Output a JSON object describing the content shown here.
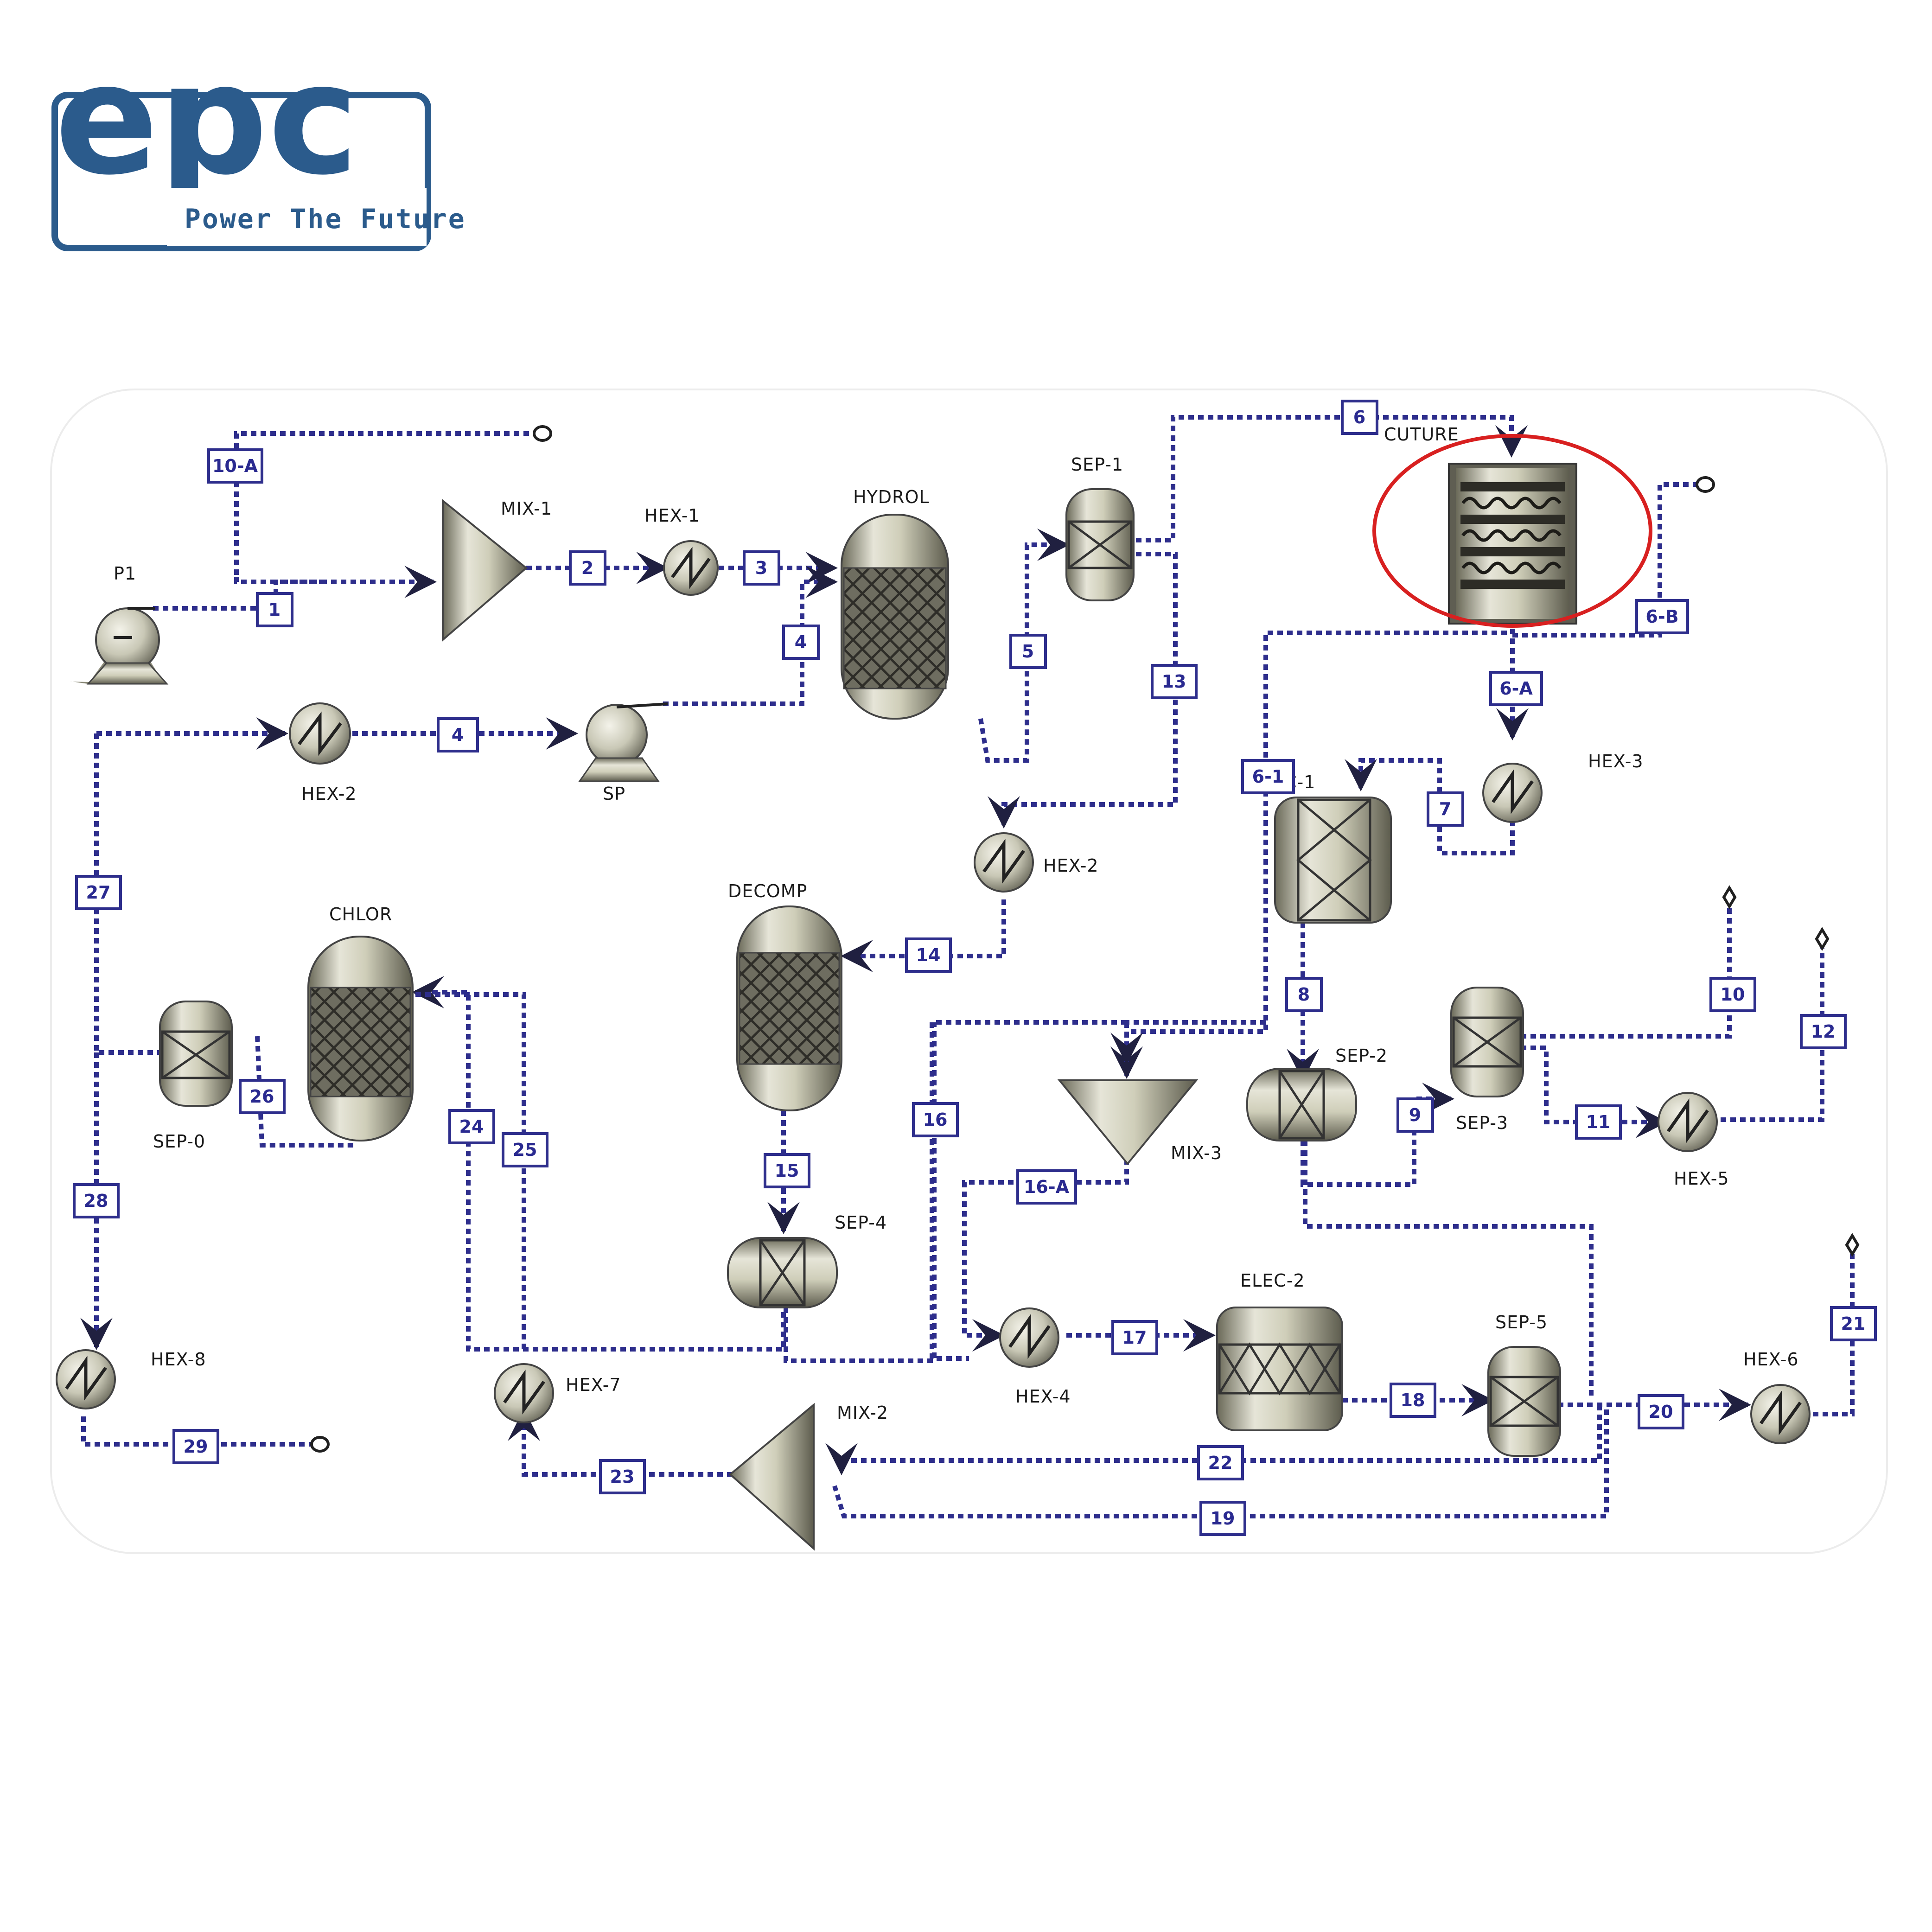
{
  "logo": {
    "text": "epc",
    "tagline": "Power The Future"
  },
  "colors": {
    "stream": "#2e2e8c",
    "equipment_fill": "#d9d8c9",
    "brand": "#2b5b8c",
    "highlight": "#d82020"
  },
  "units": {
    "P1": "P1",
    "MIX1": "MIX-1",
    "HEX1": "HEX-1",
    "HYDROL": "HYDROL",
    "SEP1": "SEP-1",
    "CUTURE": "CUTURE",
    "HEX2": "HEX-2",
    "SP": "SP",
    "HEX3": "HEX-3",
    "C1": "C-1",
    "DECOMP": "DECOMP",
    "CHLOR": "CHLOR",
    "SEP0": "SEP-0",
    "MIX3": "MIX-3",
    "SEP2": "SEP-2",
    "SEP3": "SEP-3",
    "HEX5": "HEX-5",
    "SEP4": "SEP-4",
    "ELEC2": "ELEC-2",
    "HEX4": "HEX-4",
    "SEP5": "SEP-5",
    "HEX6": "HEX-6",
    "HEX8": "HEX-8",
    "HEX7": "HEX-7",
    "MIX2": "MIX-2",
    "HEXb": "HEX-2"
  },
  "streams": {
    "s1": "1",
    "s2": "2",
    "s3": "3",
    "s4": "4",
    "s4b": "4",
    "s5": "5",
    "s6": "6",
    "s6b": "6-B",
    "s6a": "6-A",
    "s6c": "6-1",
    "s7": "7",
    "s8": "8",
    "s9": "9",
    "s10": "10",
    "s10a": "10-A",
    "s11": "11",
    "s12": "12",
    "s13": "13",
    "s14": "14",
    "s15": "15",
    "s16": "16",
    "s16a": "16-A",
    "s17": "17",
    "s18": "18",
    "s19": "19",
    "s20": "20",
    "s21": "21",
    "s22": "22",
    "s23": "23",
    "s24": "24",
    "s25": "25",
    "s26": "26",
    "s27": "27",
    "s28": "28",
    "s29": "29"
  }
}
